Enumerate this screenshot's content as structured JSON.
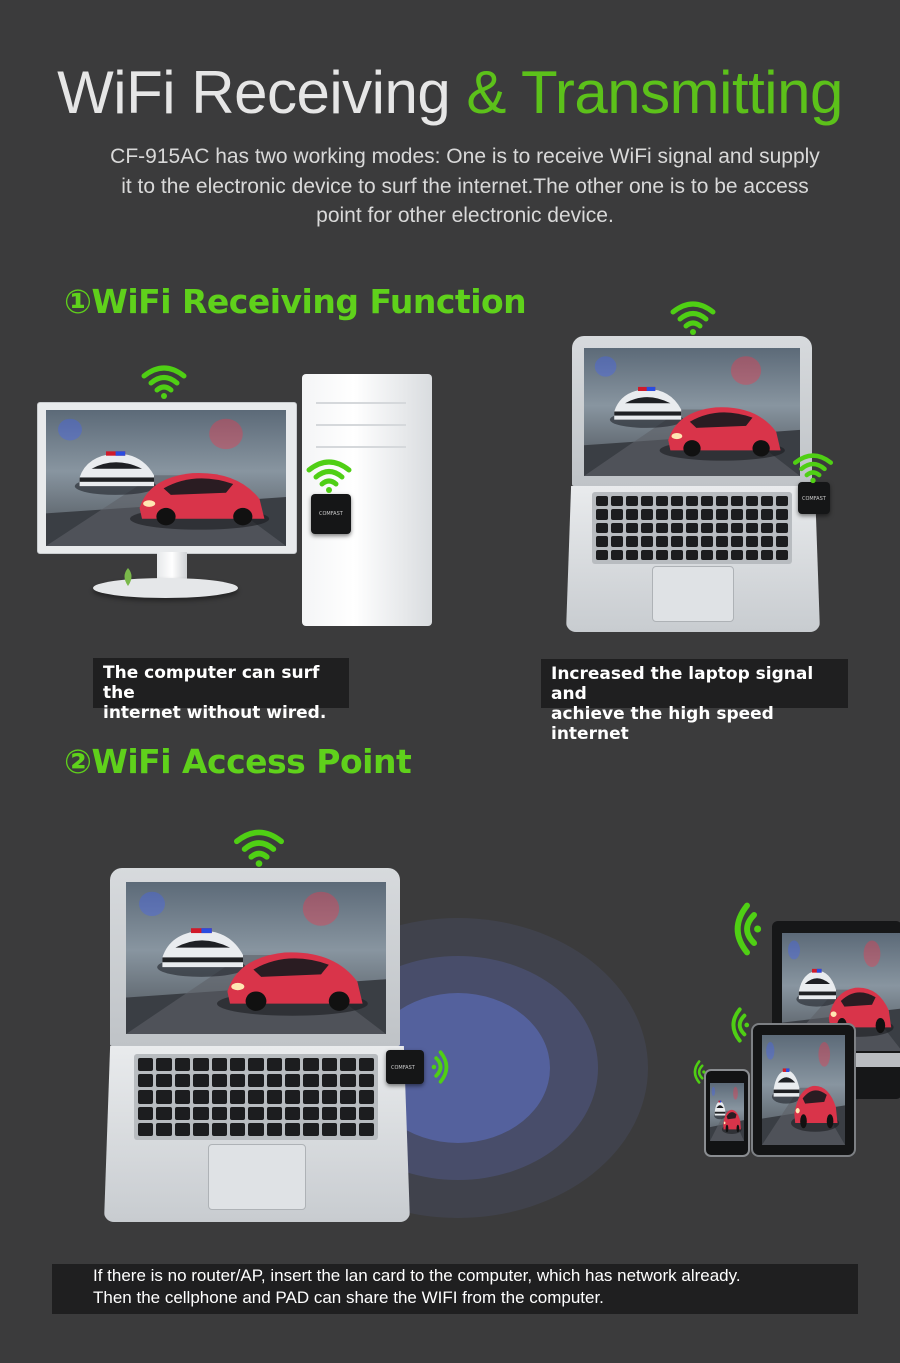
{
  "header": {
    "title_part1": "WiFi Receiving",
    "title_part2": "& Transmitting",
    "intro_line1": "CF-915AC has two working modes: One is to receive WiFi signal and supply",
    "intro_line2": "it to the electronic device to surf the internet.The other one is to be access",
    "intro_line3": "point for other electronic device."
  },
  "section1": {
    "title": "①WiFi Receiving Function",
    "caption_left_line1": "The computer can surf the",
    "caption_left_line2": "internet without wired.",
    "caption_right_line1": "Increased the laptop signal and",
    "caption_right_line2": "achieve the high speed internet"
  },
  "section2": {
    "title": "②WiFi Access Point",
    "note_line1": "If there is no router/AP, insert the lan card to the computer, which has network already.",
    "note_line2": "Then the cellphone and PAD can share the WIFI from the computer."
  },
  "colors": {
    "background": "#3b3b3c",
    "accent_green": "#5fd11b",
    "caption_bg": "#1f1f20"
  },
  "icons": [
    "wifi-icon",
    "desktop-computer",
    "tower-case",
    "laptop",
    "usb-wifi-dongle",
    "tablet",
    "smartphone",
    "monitor"
  ]
}
